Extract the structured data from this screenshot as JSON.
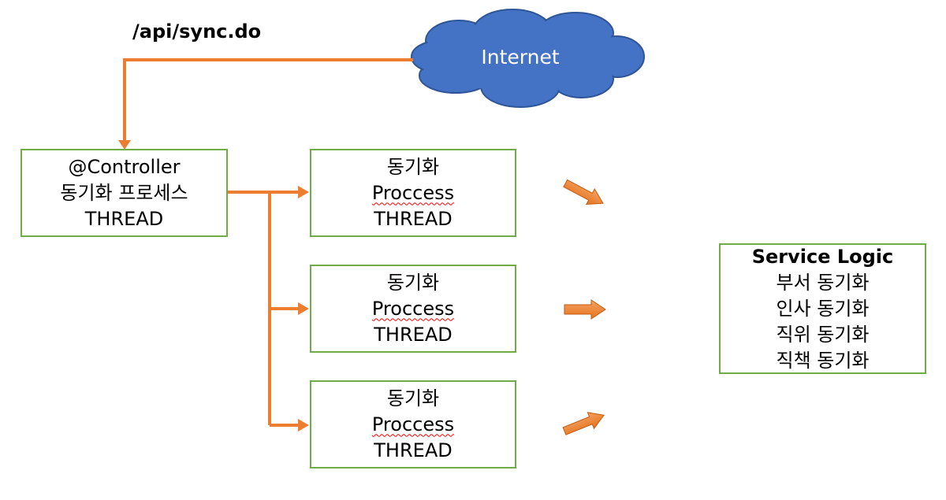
{
  "endpoint": "/api/sync.do",
  "cloud": {
    "label": "Internet",
    "fill_color": "#4472c4",
    "stroke_color": "#2f5597"
  },
  "controller_box": {
    "line1": "@Controller",
    "line2": "동기화 프로세스",
    "line3": "THREAD"
  },
  "thread_boxes": [
    {
      "line1": "동기화",
      "line2": "Proccess",
      "line3": "THREAD"
    },
    {
      "line1": "동기화",
      "line2": "Proccess",
      "line3": "THREAD"
    },
    {
      "line1": "동기화",
      "line2": "Proccess",
      "line3": "THREAD"
    }
  ],
  "service_box": {
    "title": "Service Logic",
    "items": [
      "부서 동기화",
      "인사 동기화",
      "직위 동기화",
      "직책 동기화"
    ]
  },
  "colors": {
    "connector": "#ed7d31",
    "box_border": "#70ad47"
  }
}
